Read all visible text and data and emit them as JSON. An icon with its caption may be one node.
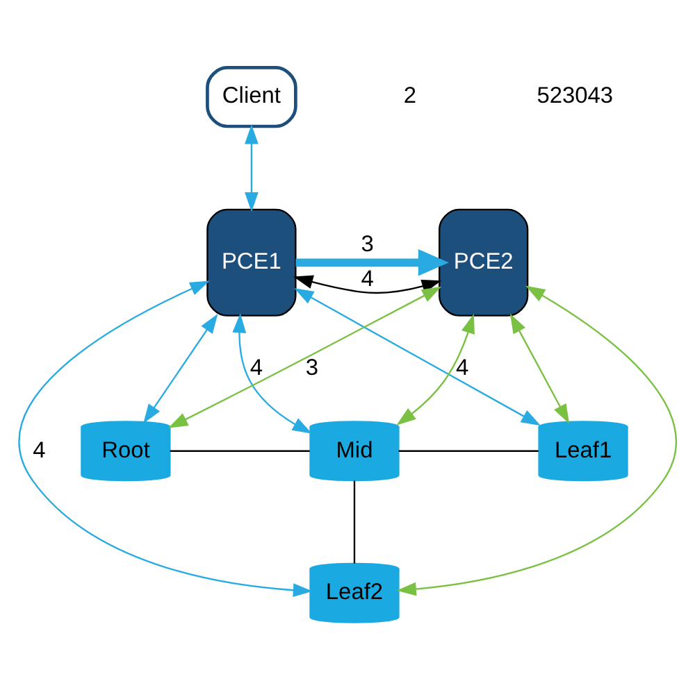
{
  "diagram": {
    "nodes": [
      {
        "text": [
          "Client"
        ]
      },
      {
        "text": [
          "PCE1"
        ]
      },
      {
        "text": [
          "PCE2"
        ]
      },
      {
        "text": [
          "Root"
        ]
      },
      {
        "text": [
          "Mid"
        ]
      },
      {
        "text": [
          "Leaf1"
        ]
      },
      {
        "text": [
          "Leaf2"
        ]
      }
    ],
    "edges": [
      {
        "from": 0,
        "to": 1,
        "arrow": "both",
        "color": "#29abe2"
      },
      {
        "from": 1,
        "to": 2,
        "arrow": "to",
        "label": "3",
        "style": "thick",
        "color": "#29abe2"
      },
      {
        "from": 1,
        "to": 2,
        "arrow": "both",
        "label": "4",
        "color": "#000000"
      },
      {
        "from": 1,
        "to": 3,
        "arrow": "both",
        "color": "#29abe2"
      },
      {
        "from": 1,
        "to": 4,
        "arrow": "both",
        "label": "4",
        "color": "#29abe2"
      },
      {
        "from": 1,
        "to": 5,
        "arrow": "both",
        "label": "4",
        "color": "#29abe2"
      },
      {
        "from": 1,
        "to": 6,
        "arrow": "both",
        "label": "4",
        "color": "#29abe2"
      },
      {
        "from": 2,
        "to": 3,
        "arrow": "both",
        "label": "3",
        "color": "#7ac143"
      },
      {
        "from": 2,
        "to": 4,
        "arrow": "both",
        "color": "#7ac143"
      },
      {
        "from": 2,
        "to": 5,
        "arrow": "both",
        "color": "#7ac143"
      },
      {
        "from": 2,
        "to": 6,
        "arrow": "both",
        "color": "#7ac143"
      },
      {
        "from": 3,
        "to": 4,
        "arrow": "none",
        "color": "#000000"
      },
      {
        "from": 4,
        "to": 5,
        "arrow": "none",
        "color": "#000000"
      },
      {
        "from": 4,
        "to": 6,
        "arrow": "none",
        "color": "#000000"
      }
    ],
    "labels": [
      "2",
      "523043"
    ]
  }
}
